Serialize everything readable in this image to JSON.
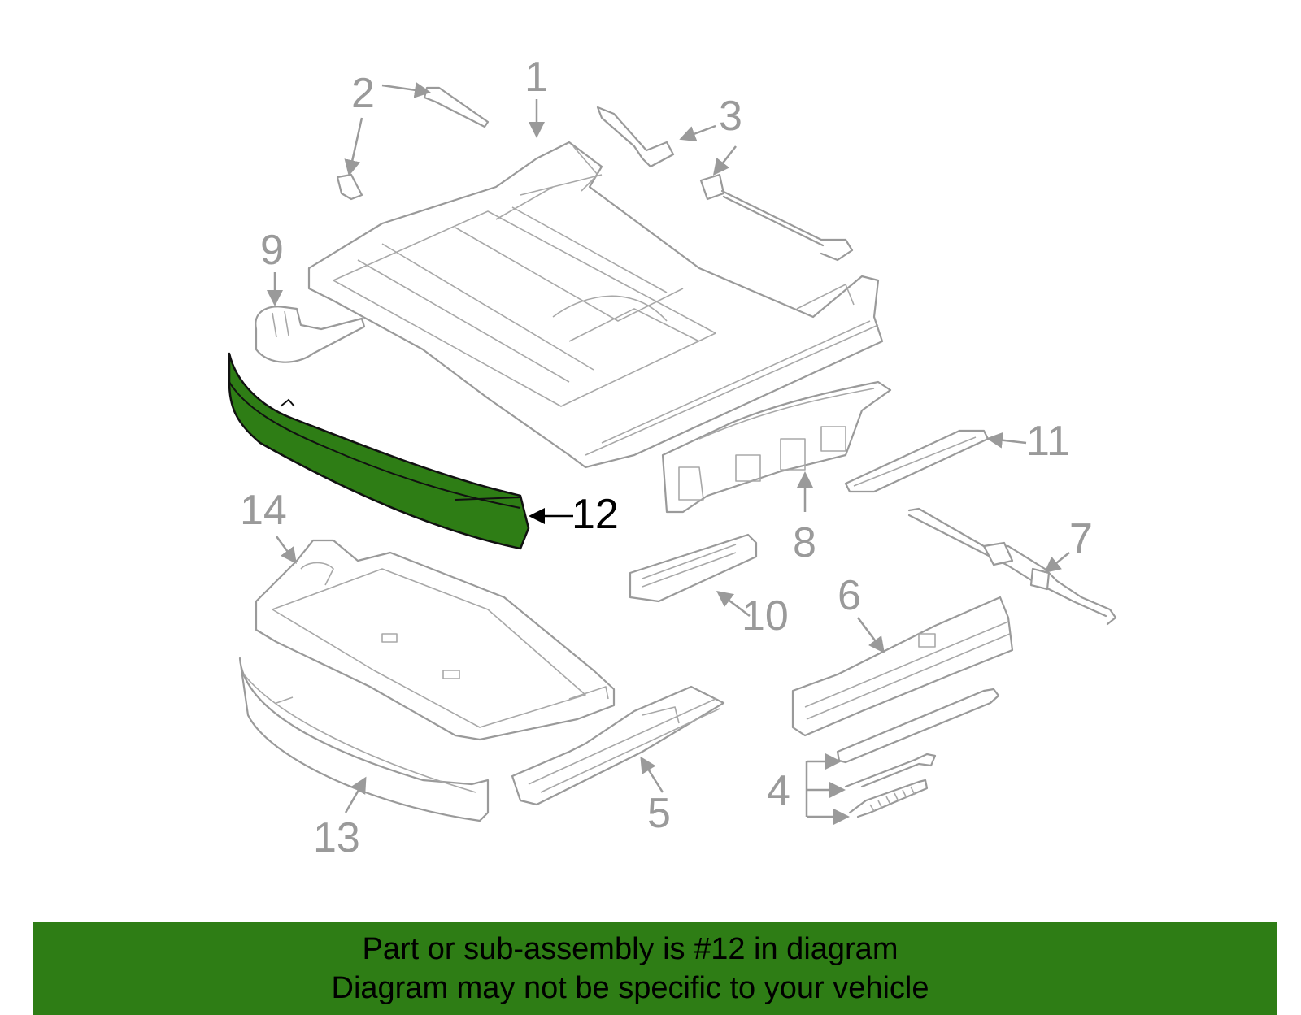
{
  "diagram": {
    "callouts": [
      "1",
      "2",
      "3",
      "4",
      "5",
      "6",
      "7",
      "8",
      "9",
      "10",
      "11",
      "12",
      "13",
      "14"
    ],
    "highlighted_part": "12",
    "colors": {
      "highlight": "#2e7d15",
      "line": "#9a9a9a",
      "banner": "#2e7d15"
    }
  },
  "banner": {
    "line1": "Part or sub-assembly is #12 in diagram",
    "line2": "Diagram may not be specific to your vehicle"
  }
}
